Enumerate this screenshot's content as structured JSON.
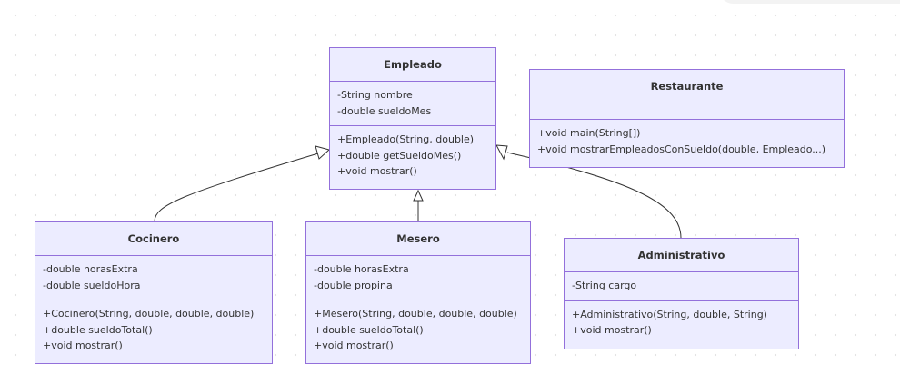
{
  "diagram": {
    "classes": {
      "empleado": {
        "name": "Empleado",
        "attributes": [
          "-String nombre",
          "-double sueldoMes"
        ],
        "methods": [
          "+Empleado(String, double)",
          "+double getSueldoMes()",
          "+void mostrar()"
        ]
      },
      "restaurante": {
        "name": "Restaurante",
        "attributes": [],
        "methods": [
          "+void main(String[])",
          "+void mostrarEmpleadosConSueldo(double, Empleado...)"
        ]
      },
      "cocinero": {
        "name": "Cocinero",
        "attributes": [
          "-double horasExtra",
          "-double sueldoHora"
        ],
        "methods": [
          "+Cocinero(String, double, double, double)",
          "+double sueldoTotal()",
          "+void mostrar()"
        ]
      },
      "mesero": {
        "name": "Mesero",
        "attributes": [
          "-double horasExtra",
          "-double propina"
        ],
        "methods": [
          "+Mesero(String, double, double, double)",
          "+double sueldoTotal()",
          "+void mostrar()"
        ]
      },
      "administrativo": {
        "name": "Administrativo",
        "attributes": [
          "-String cargo"
        ],
        "methods": [
          "+Administrativo(String, double, String)",
          "+void mostrar()"
        ]
      }
    },
    "relations": [
      {
        "from": "Cocinero",
        "to": "Empleado",
        "type": "inheritance"
      },
      {
        "from": "Mesero",
        "to": "Empleado",
        "type": "inheritance"
      },
      {
        "from": "Administrativo",
        "to": "Empleado",
        "type": "inheritance"
      }
    ],
    "colors": {
      "box_fill": "#ECECFF",
      "box_border": "#9370DB",
      "text": "#333333",
      "edge": "#333333"
    }
  }
}
